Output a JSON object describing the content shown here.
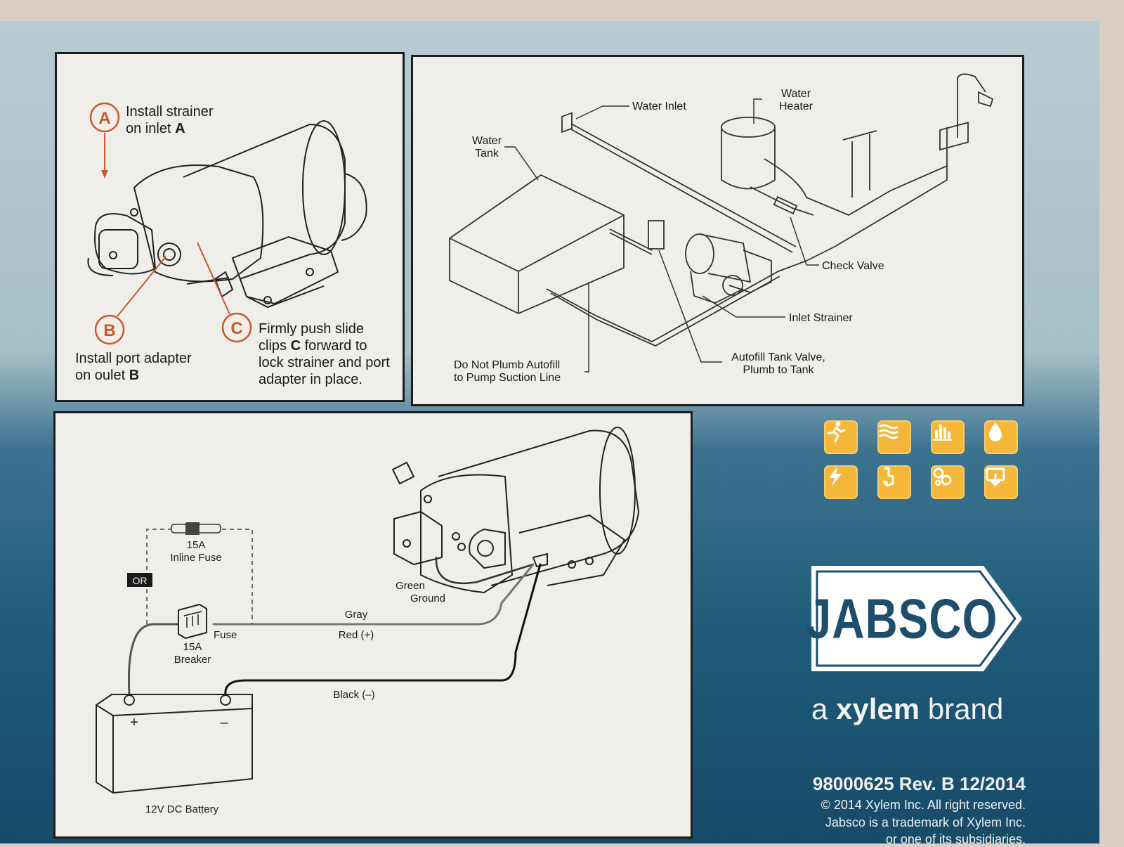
{
  "panel1": {
    "letter_a": "A",
    "letter_b": "B",
    "letter_c": "C",
    "a_line1": "Install strainer",
    "a_line2": "on inlet",
    "b_line1": "Install port adapter",
    "b_line2": "on oulet",
    "c_line1": "Firmly push slide",
    "c_line2": "clips",
    "c_line2b": "forward to",
    "c_line3": "lock strainer and port",
    "c_line4": "adapter in place."
  },
  "panel2": {
    "water_inlet": "Water Inlet",
    "water_heater_1": "Water",
    "water_heater_2": "Heater",
    "water_tank_1": "Water",
    "water_tank_2": "Tank",
    "check_valve": "Check Valve",
    "inlet_strainer": "Inlet Strainer",
    "autofill_1": "Autofill Tank Valve,",
    "autofill_2": "Plumb to Tank",
    "donot_1": "Do Not Plumb Autofill",
    "donot_2": "to Pump Suction Line"
  },
  "panel3": {
    "inline_fuse_1": "15A",
    "inline_fuse_2": "Inline Fuse",
    "or": "OR",
    "fuse": "Fuse",
    "breaker_1": "15A",
    "breaker_2": "Breaker",
    "green_1": "Green",
    "green_2": "Ground",
    "gray": "Gray",
    "red": "Red (+)",
    "black": "Black (–)",
    "plus": "+",
    "minus": "–",
    "battery": "12V DC Battery"
  },
  "brand": {
    "icons": [
      "runner-icon",
      "waves-icon",
      "bar-chart-icon",
      "water-drop-icon",
      "lightning-icon",
      "hand-switch-icon",
      "gears-icon",
      "download-icon"
    ],
    "icon_color": "#f4b73a",
    "logo": "JABSCO",
    "tag_a": "a",
    "tag_b": "xylem",
    "tag_c": "brand",
    "doc_number": "98000625 Rev. B 12/2014",
    "copyright": "© 2014 Xylem Inc. All right reserved.",
    "trademark_1": "Jabsco is a trademark of Xylem Inc.",
    "trademark_2": "or one of its subsidiaries."
  }
}
